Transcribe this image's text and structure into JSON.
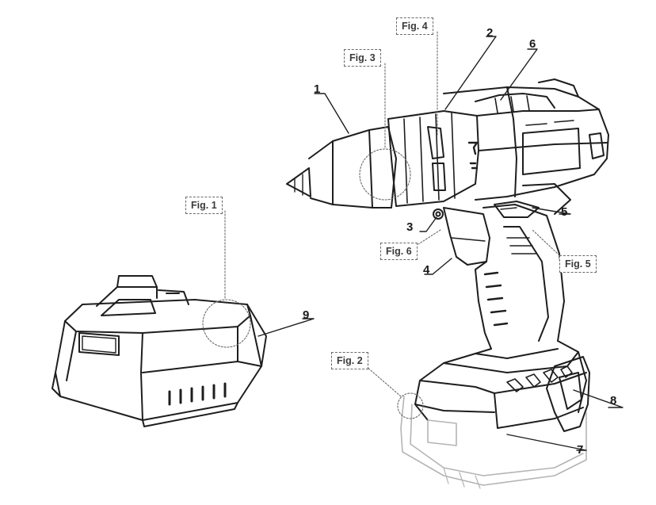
{
  "callouts": {
    "c1": "1",
    "c2": "2",
    "c3": "3",
    "c4": "4",
    "c5": "5",
    "c6": "6",
    "c7": "7",
    "c8": "8",
    "c9": "9"
  },
  "figures": {
    "fig1": "Fig. 1",
    "fig2": "Fig. 2",
    "fig3": "Fig. 3",
    "fig4": "Fig. 4",
    "fig5": "Fig. 5",
    "fig6": "Fig. 6"
  },
  "colors": {
    "line": "#1e1e1e",
    "faded_line": "#b4b4b4",
    "dashed": "#6a6a6a"
  }
}
